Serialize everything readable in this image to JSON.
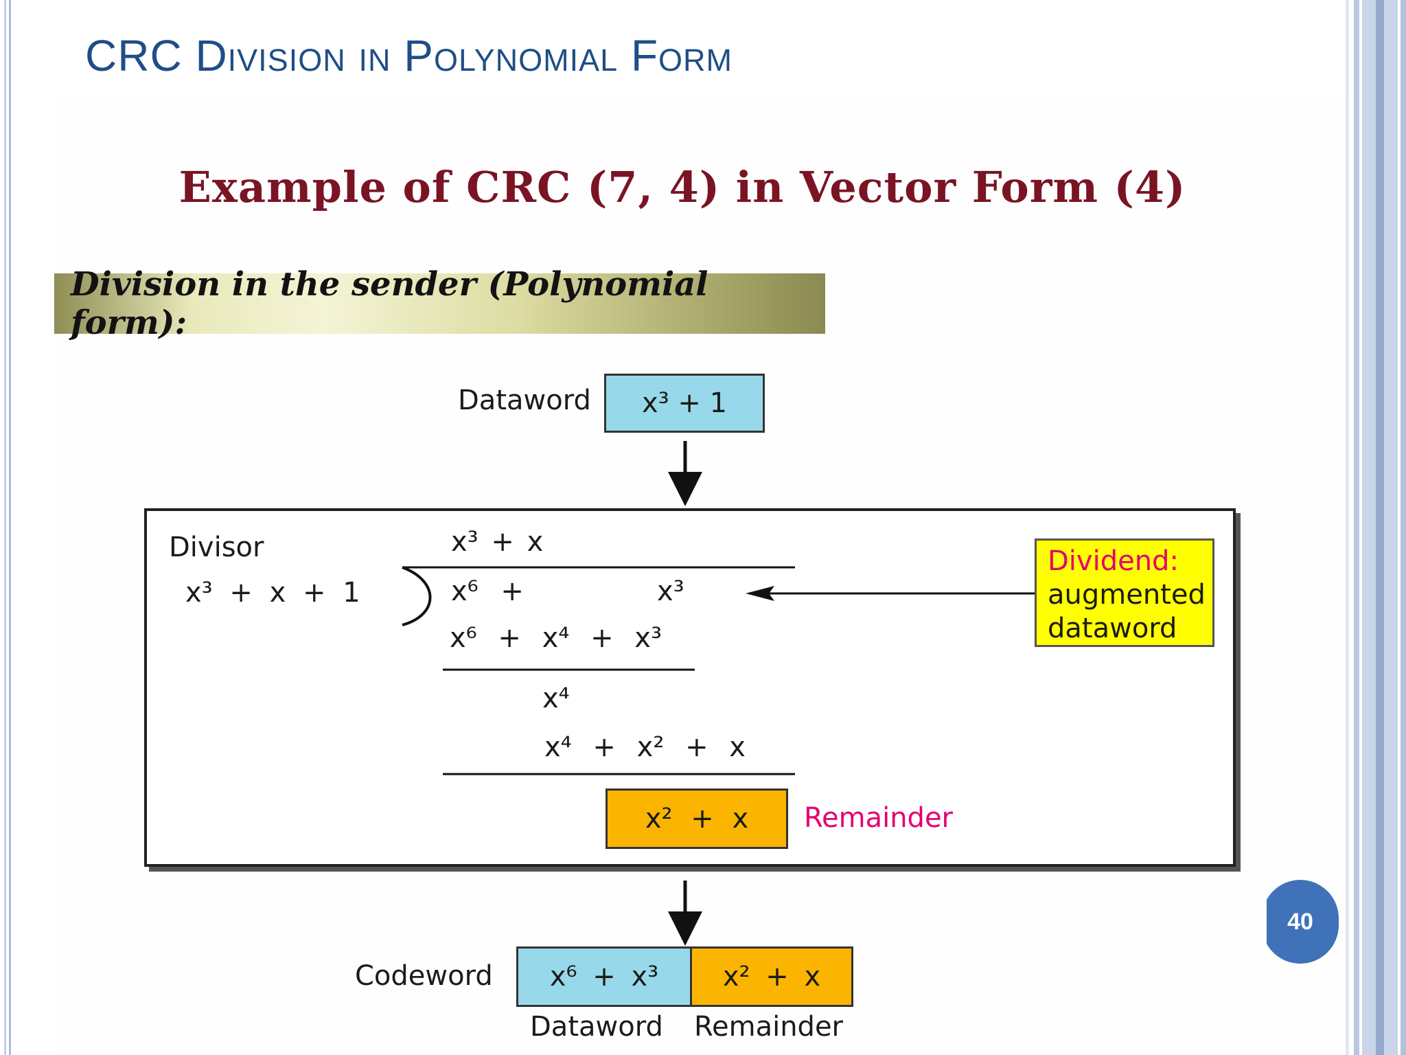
{
  "slide": {
    "title": "CRC Division in Polynomial Form",
    "page_number": "40"
  },
  "figure": {
    "heading": "Example of CRC (7, 4) in Vector Form (4)",
    "section_banner": "Division in the sender (Polynomial form):",
    "dataword_label": "Dataword",
    "dataword_value": "x³ + 1",
    "divisor_label": "Divisor",
    "divisor_poly": "x³ + x + 1",
    "quotient": "x³ + x",
    "dividend_row": {
      "term1": "x⁶ +",
      "term2": "x³"
    },
    "step1_subtrahend": "x⁶ + x⁴ + x³",
    "step1_result": "x⁴",
    "step2_subtrahend": "x⁴ + x² + x",
    "remainder_value": "x² + x",
    "remainder_label": "Remainder",
    "dividend_note": {
      "line1": "Dividend:",
      "line2": "augmented",
      "line3": "dataword"
    },
    "codeword_label": "Codeword",
    "codeword_data_part": "x⁶ + x³",
    "codeword_remainder_part": "x² + x",
    "caption_dataword": "Dataword",
    "caption_remainder": "Remainder"
  },
  "colors": {
    "title": "#1f4e87",
    "heading": "#7a1424",
    "dataword_fill": "#97d9ea",
    "remainder_fill": "#fbb500",
    "note_fill": "#ffff00",
    "highlight_text": "#e4006e",
    "page_badge": "#3f72b8"
  }
}
